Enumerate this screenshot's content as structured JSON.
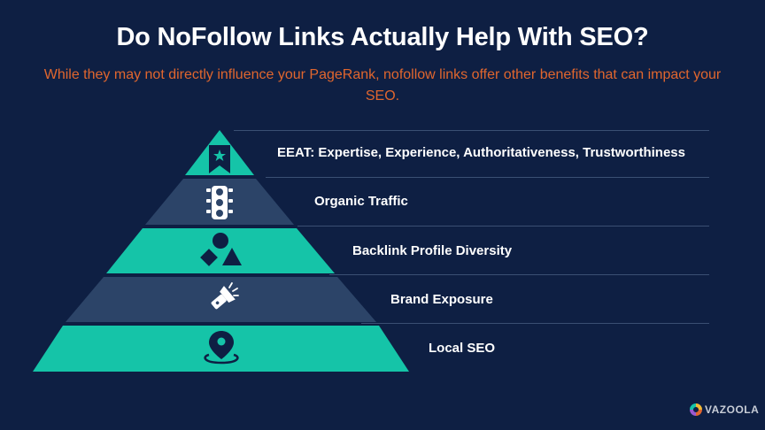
{
  "header": {
    "title": "Do NoFollow Links Actually Help With SEO?",
    "subtitle": "While they may not directly influence your PageRank, nofollow links  offer other benefits that can impact your SEO."
  },
  "pyramid": {
    "tiers": [
      {
        "label": "EEAT: Expertise, Experience, Authoritativeness, Trustworthiness",
        "icon": "bookmark-star-icon"
      },
      {
        "label": "Organic Traffic",
        "icon": "traffic-light-icon"
      },
      {
        "label": "Backlink Profile Diversity",
        "icon": "shapes-icon"
      },
      {
        "label": "Brand Exposure",
        "icon": "flashlight-icon"
      },
      {
        "label": "Local SEO",
        "icon": "location-pin-icon"
      }
    ]
  },
  "colors": {
    "background": "#0e1f43",
    "teal": "#15c4a8",
    "slate": "#2c4468",
    "accent": "#e0662e",
    "divider": "#3a4f73"
  },
  "brand": {
    "logo_text": "VAZOOLA"
  }
}
